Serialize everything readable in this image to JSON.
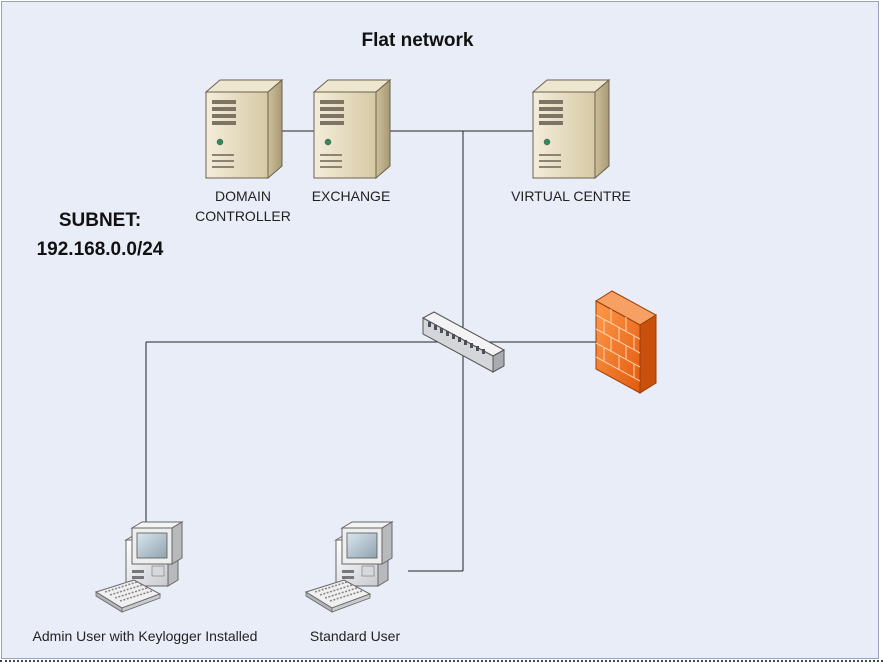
{
  "title": "Flat network",
  "subnet": {
    "label": "SUBNET:",
    "value": "192.168.0.0/24"
  },
  "nodes": {
    "domain_controller": {
      "line1": "DOMAIN",
      "line2": "CONTROLLER",
      "icon": "server-icon"
    },
    "exchange": {
      "label": "EXCHANGE",
      "icon": "server-icon"
    },
    "virtual_centre": {
      "label": "VIRTUAL CENTRE",
      "icon": "server-icon"
    },
    "switch": {
      "icon": "network-switch-icon"
    },
    "firewall": {
      "icon": "firewall-icon",
      "color": "#f26a1b"
    },
    "admin_user": {
      "label": "Admin User with Keylogger Installed",
      "icon": "workstation-icon"
    },
    "standard_user": {
      "label": "Standard User",
      "icon": "workstation-icon"
    }
  },
  "colors": {
    "background": "#e8edf7",
    "server_body": "#e2d7b9",
    "firewall": "#f26a1b",
    "line": "#222222"
  }
}
